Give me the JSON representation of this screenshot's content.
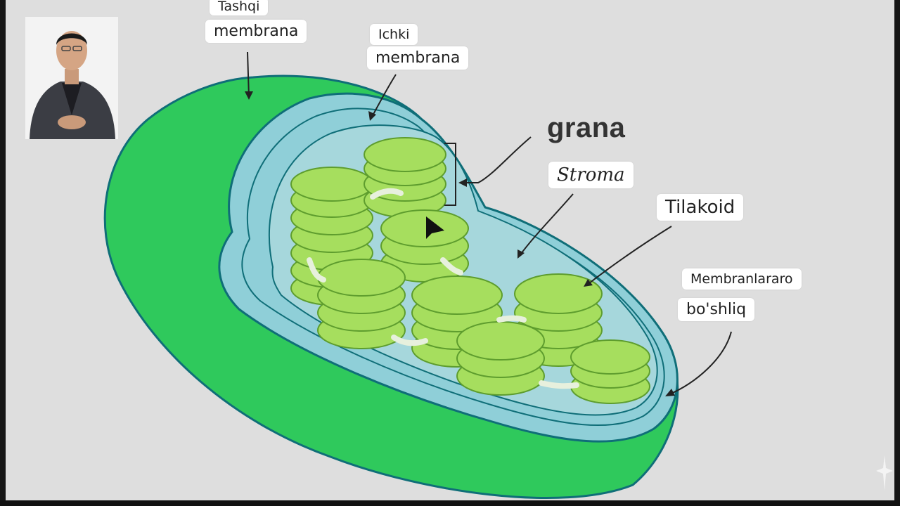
{
  "labels": {
    "outer_membrane_top": "Tashqi",
    "outer_membrane_bottom": "membrana",
    "inner_membrane_top": "Ichki",
    "inner_membrane_bottom": "membrana",
    "grana": "grana",
    "stroma": "Stroma",
    "thylakoid": "Tilakoid",
    "intermembrane_top": "Membranlararo",
    "intermembrane_bottom": "bo'shliq"
  },
  "colors": {
    "outer_membrane": "#2fc95c",
    "outline": "#0f6e78",
    "inner_membrane": "#8fcfd8",
    "stroma": "#a6d7dc",
    "thylakoid": "#a6de5e",
    "thylakoid_dark": "#6fb33a",
    "background": "#dedede"
  },
  "icons": [
    "presenter-photo",
    "cursor-icon",
    "sparkle-icon"
  ]
}
